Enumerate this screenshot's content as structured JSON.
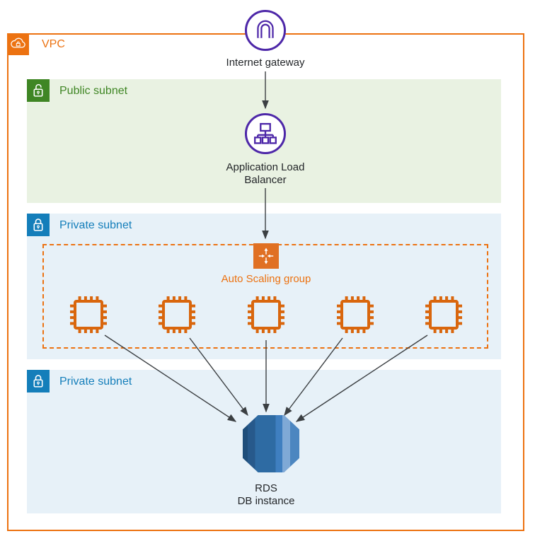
{
  "diagram": {
    "vpc": {
      "label": "VPC",
      "accent_color": "#ec7211"
    },
    "internet_gateway": {
      "label": "Internet gateway",
      "icon_color": "#4d27a8"
    },
    "public_subnet": {
      "label": "Public subnet",
      "accent_color": "#3f8624",
      "fill_color": "#e9f2e2"
    },
    "alb": {
      "label": "Application Load Balancer",
      "icon_color": "#4d27a8"
    },
    "private_subnet_1": {
      "label": "Private subnet",
      "accent_color": "#147eba",
      "fill_color": "#e7f1f8"
    },
    "auto_scaling_group": {
      "label": "Auto Scaling group",
      "accent_color": "#ec7211",
      "border_style": "dashed"
    },
    "ec2_instances": {
      "count": 5,
      "icon_color": "#d9660d"
    },
    "private_subnet_2": {
      "label": "Private subnet",
      "accent_color": "#147eba",
      "fill_color": "#e7f1f8"
    },
    "rds": {
      "label_line1": "RDS",
      "label_line2": "DB instance",
      "stripe_colors": [
        "#1f4e7a",
        "#27598b",
        "#2e6ba3",
        "#3f7fc0",
        "#7fa9d6",
        "#4c86c0"
      ]
    },
    "arrow_color": "#3b3f42"
  }
}
